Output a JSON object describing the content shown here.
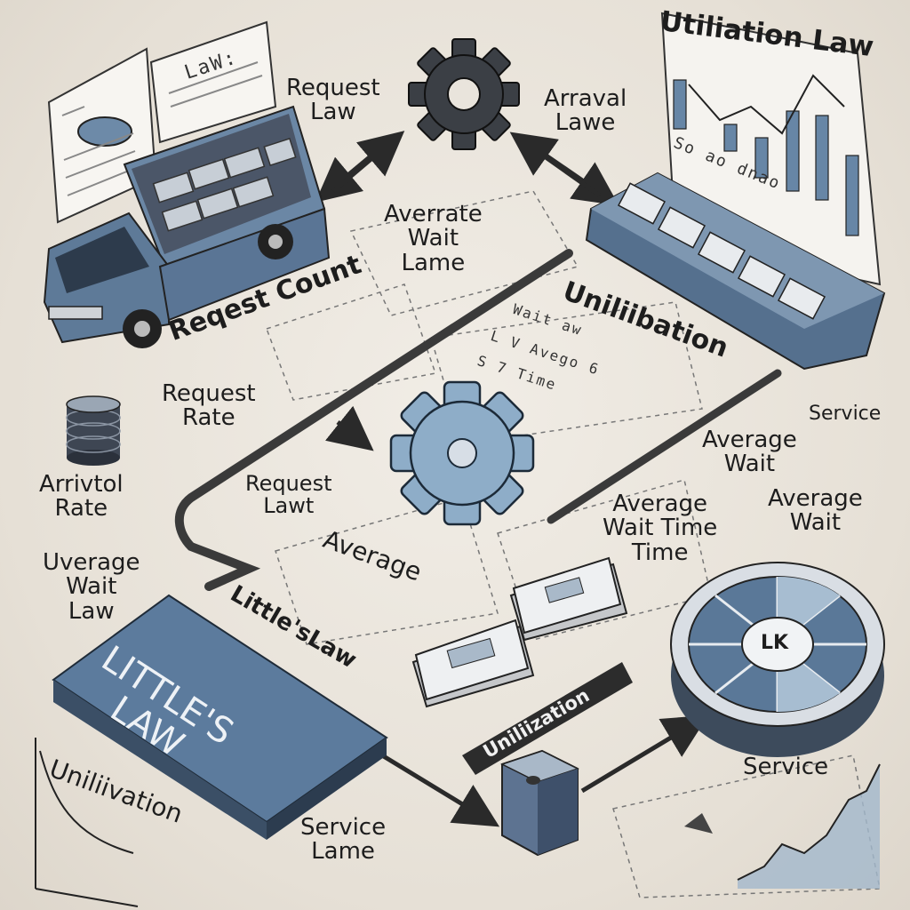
{
  "labels": {
    "request_law": "Request\nLaw",
    "arrival_lawe": "Arraval\nLawe",
    "utilization_law_top": "Utiliation Law",
    "average_wait_lame": "Averrate\nWait\nLame",
    "request_count": "Reqest Count",
    "utilization_mid": "Uniliibation",
    "request_rate": "Request\nRate",
    "arrival_rate": "Arrivtol\nRate",
    "uverage_wait_law": "Uverage\nWait\nLaw",
    "request_lawt": "Request\nLawt",
    "average_center": "Average",
    "littles_law_label": "Little'sLaw",
    "littles_law_slab": "LITTLE'S\nLAW",
    "service_right": "Service",
    "average_wait_right": "Average\nWait",
    "average_wait_far_right": "Average\nWait",
    "average_wait_time_time": "Average\nWait Time\nTime",
    "utilization_arrow": "Uniliization",
    "utilization_bottom": "Uniliivation",
    "service_lame": "Service\nLame",
    "service_bottom_right": "Service",
    "lk_dial": "LK"
  },
  "sketch_text": {
    "clipboard_law": "LaW:",
    "wait_line": "Wait aw",
    "avgo_line": "L V Avego 6",
    "stime_line": "S 7 Time",
    "s_line": "So ao dnao"
  },
  "colors": {
    "steel_blue": "#5a7898",
    "light_blue": "#8eadc8",
    "dark_steel": "#2f3f52",
    "ink": "#1d1d1d",
    "paper": "#ece7df"
  }
}
